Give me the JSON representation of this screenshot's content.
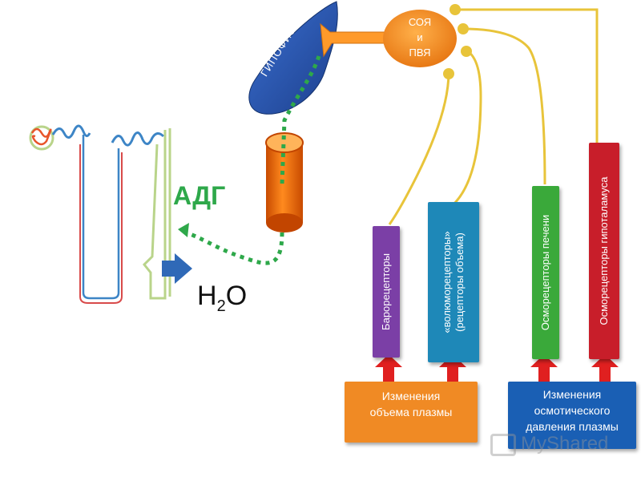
{
  "hypophysis_label": "ГИПОФИЗ",
  "center_line1": "СОЯ",
  "center_line2": "и",
  "center_line3": "ПВЯ",
  "hormone_label": "АДГ",
  "water_label": {
    "main": "H",
    "sub": "2",
    "end": "O"
  },
  "receptors": [
    {
      "lines": [
        "Барорецепторы"
      ],
      "color": "#7b3fa6"
    },
    {
      "lines": [
        "«волюморецепторы»",
        "(рецепторы объема)"
      ],
      "color": "#1e88b8"
    },
    {
      "lines": [
        "Осморецепторы печени"
      ],
      "color": "#3aa93a"
    },
    {
      "lines": [
        "Осморецепторы гипоталамуса"
      ],
      "color": "#c81e2a"
    }
  ],
  "bottom_boxes": [
    {
      "lines": [
        "Изменения",
        "объема плазмы"
      ],
      "color": "#f08a24"
    },
    {
      "lines": [
        "Изменения",
        "осмотического",
        "давления плазмы"
      ],
      "color": "#1a5fb4"
    }
  ],
  "watermark": "MyShared"
}
